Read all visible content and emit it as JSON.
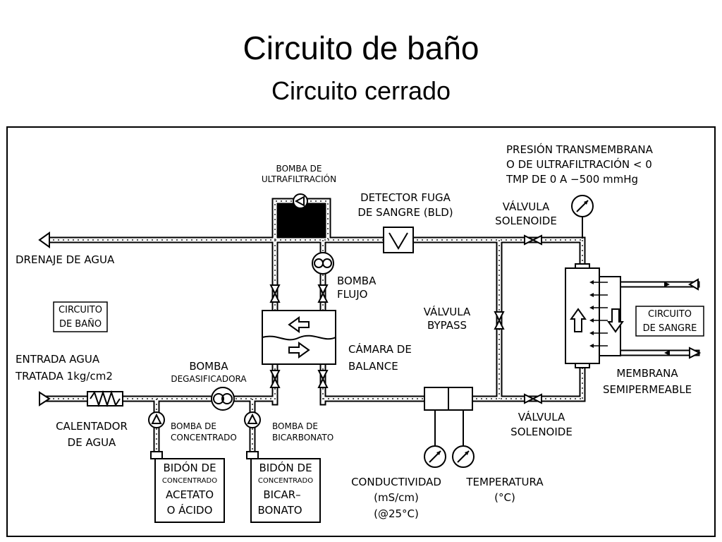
{
  "title": "Circuito de baño",
  "subtitle": "Circuito cerrado",
  "labels": {
    "bomba_uf_1": "BOMBA DE",
    "bomba_uf_2": "ULTRAFILTRACIÓN",
    "detector_1": "DETECTOR FUGA",
    "detector_2": "DE SANGRE (BLD)",
    "presion_1": "PRESIÓN TRANSMEMBRANA",
    "presion_2": "O DE ULTRAFILTRACIÓN < 0",
    "presion_3": "TMP DE 0 A −500 mmHg",
    "valvula_sol_top_1": "VÁLVULA",
    "valvula_sol_top_2": "SOLENOIDE",
    "drenaje": "DRENAJE DE AGUA",
    "bomba_flujo_1": "BOMBA",
    "bomba_flujo_2": "FLUJO",
    "circuito_bano_1": "CIRCUITO",
    "circuito_bano_2": "DE BAÑO",
    "valvula_bypass_1": "VÁLVULA",
    "valvula_bypass_2": "BYPASS",
    "circuito_sangre_1": "CIRCUITO",
    "circuito_sangre_2": "DE SANGRE",
    "camara_1": "CÁMARA DE",
    "camara_2": "BALANCE",
    "entrada_1": "ENTRADA AGUA",
    "entrada_2": "TRATADA 1kg/cm2",
    "bomba_degas_1": "BOMBA",
    "bomba_degas_2": "DEGASIFICADORA",
    "membrana_1": "MEMBRANA",
    "membrana_2": "SEMIPERMEABLE",
    "calentador_1": "CALENTADOR",
    "calentador_2": "DE AGUA",
    "bomba_conc_1": "BOMBA DE",
    "bomba_conc_2": "CONCENTRADO",
    "bomba_bic_1": "BOMBA DE",
    "bomba_bic_2": "BICARBONATO",
    "valvula_sol_bot_1": "VÁLVULA",
    "valvula_sol_bot_2": "SOLENOIDE",
    "bidon1_1": "BIDÓN DE",
    "bidon1_2": "CONCENTRADO",
    "bidon1_3": "ACETATO",
    "bidon1_4": "O ÁCIDO",
    "bidon2_1": "BIDÓN DE",
    "bidon2_2": "CONCENTRADO",
    "bidon2_3": "BICAR–",
    "bidon2_4": "BONATO",
    "conductividad_1": "CONDUCTIVIDAD",
    "conductividad_2": "(mS/cm)",
    "conductividad_3": "(@25°C)",
    "temperatura_1": "TEMPERATURA",
    "temperatura_2": "(°C)"
  }
}
